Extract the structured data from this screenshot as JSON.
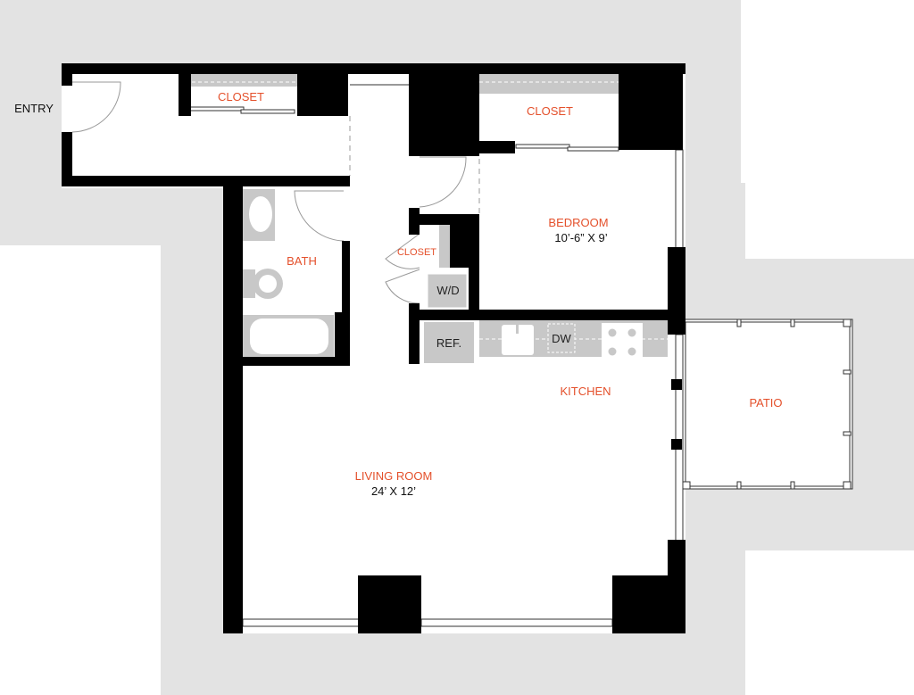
{
  "colors": {
    "background_gray": "#e3e3e3",
    "wall": "#000000",
    "room_label": "#e4502b",
    "fixture_gray": "#c8c8c8"
  },
  "labels": {
    "entry": "ENTRY",
    "entry_closet": "CLOSET",
    "bedroom_closet": "CLOSET",
    "bedroom": "BEDROOM",
    "bedroom_dim": "10’-6” X 9’",
    "bath": "BATH",
    "hall_closet": "CLOSET",
    "washer_dryer": "W/D",
    "refrigerator": "REF.",
    "dishwasher": "DW",
    "kitchen": "KITCHEN",
    "patio": "PATIO",
    "living_room": "LIVING ROOM",
    "living_room_dim": "24’ X 12’"
  }
}
